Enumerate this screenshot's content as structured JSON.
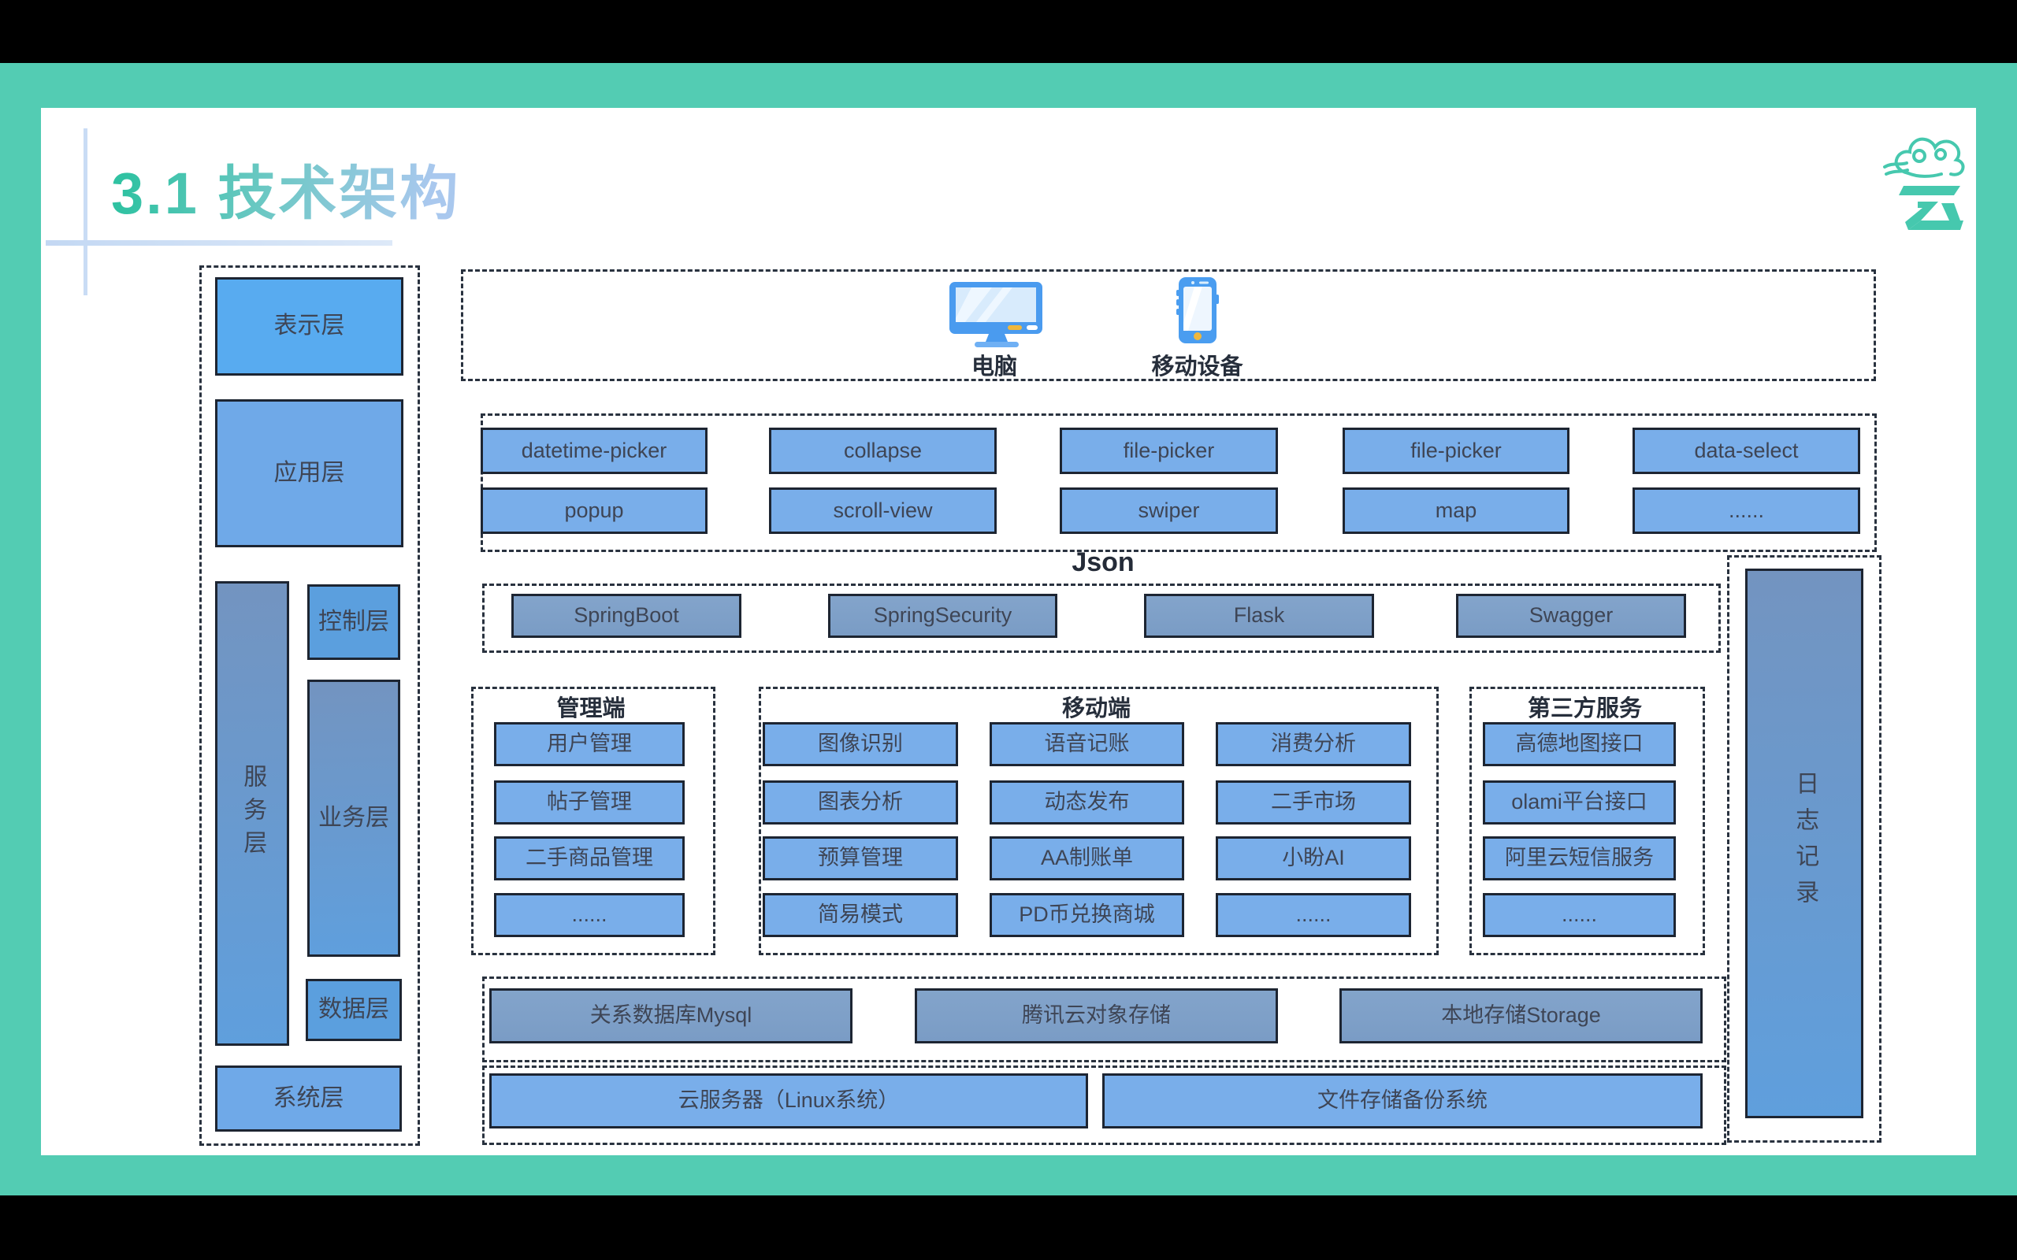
{
  "header": {
    "title": "3.1 技术架构",
    "logo_glyph": "云"
  },
  "left_layers": {
    "presentation": "表示层",
    "application": "应用层",
    "service": "服务层",
    "control": "控制层",
    "business": "业务层",
    "data": "数据层",
    "system": "系统层"
  },
  "devices": {
    "computer_label": "电脑",
    "mobile_label": "移动设备"
  },
  "ui_components": {
    "row1": [
      "datetime-picker",
      "collapse",
      "file-picker",
      "file-picker",
      "data-select"
    ],
    "row2": [
      "popup",
      "scroll-view",
      "swiper",
      "map",
      "......"
    ]
  },
  "middleware": {
    "label": "Json",
    "frameworks": [
      "SpringBoot",
      "SpringSecurity",
      "Flask",
      "Swagger"
    ]
  },
  "admin_side": {
    "title": "管理端",
    "items": [
      "用户管理",
      "帖子管理",
      "二手商品管理",
      "......"
    ]
  },
  "mobile_side": {
    "title": "移动端",
    "grid": [
      [
        "图像识别",
        "语音记账",
        "消费分析"
      ],
      [
        "图表分析",
        "动态发布",
        "二手市场"
      ],
      [
        "预算管理",
        "AA制账单",
        "小盼AI"
      ],
      [
        "简易模式",
        "PD币兑换商城",
        "......"
      ]
    ]
  },
  "third_party": {
    "title": "第三方服务",
    "items": [
      "高德地图接口",
      "olami平台接口",
      "阿里云短信服务",
      "......"
    ]
  },
  "logging": {
    "label": "日志记录"
  },
  "storage": {
    "items": [
      "关系数据库Mysql",
      "腾讯云对象存储",
      "本地存储Storage"
    ]
  },
  "infrastructure": {
    "items": [
      "云服务器（Linux系统）",
      "文件存储备份系统"
    ]
  },
  "colors": {
    "accent_teal": "#53ccb3",
    "box_bright_blue": "#58abf0",
    "box_mid_blue": "#6fa9e8",
    "box_light_blue": "#79aeea",
    "box_gray_blue": "#7fa2ca",
    "box_steel_top": "#7394c0",
    "box_steel_bottom": "#5f9fdd",
    "border_dark": "#1d2532",
    "dashed_border": "#29323f",
    "title_gradient_start": "#30c2a2",
    "title_gradient_end": "#a9c8ee"
  }
}
